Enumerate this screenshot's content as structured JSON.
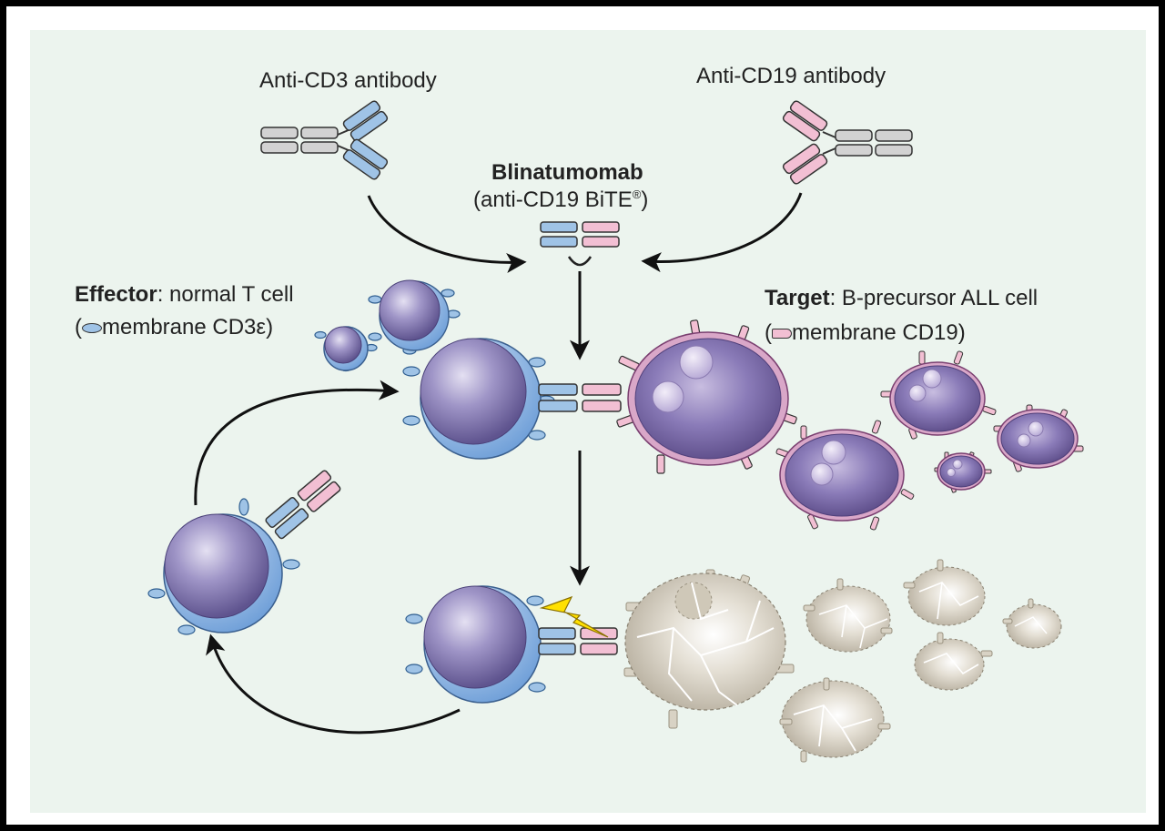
{
  "labels": {
    "anti_cd3": "Anti-CD3 antibody",
    "anti_cd19": "Anti-CD19 antibody",
    "bite_name": "Blinatumomab",
    "bite_desc": "(anti-CD19 BiTE",
    "bite_reg": "®",
    "bite_close": ")",
    "effector_bold": "Effector",
    "effector_rest": ": normal T cell",
    "effector_open": "(",
    "effector_marker": "membrane CD3ε)",
    "target_bold": "Target",
    "target_rest": ": B-precursor ALL cell",
    "target_open": "(",
    "target_marker": "membrane CD19)"
  },
  "colors": {
    "background": "#ecf4ee",
    "t_cell": "#7f74b0",
    "t_cell_rim": "#8fb3e0",
    "cd3": "#9fc3e6",
    "cd19": "#f2bfd3",
    "target_cell": "#7a6aa6",
    "target_rim": "#cf8fb8",
    "lysed_cell": "#d8d2c4",
    "antibody_gray": "#d2d2d2",
    "lightning": "#ffe000"
  }
}
